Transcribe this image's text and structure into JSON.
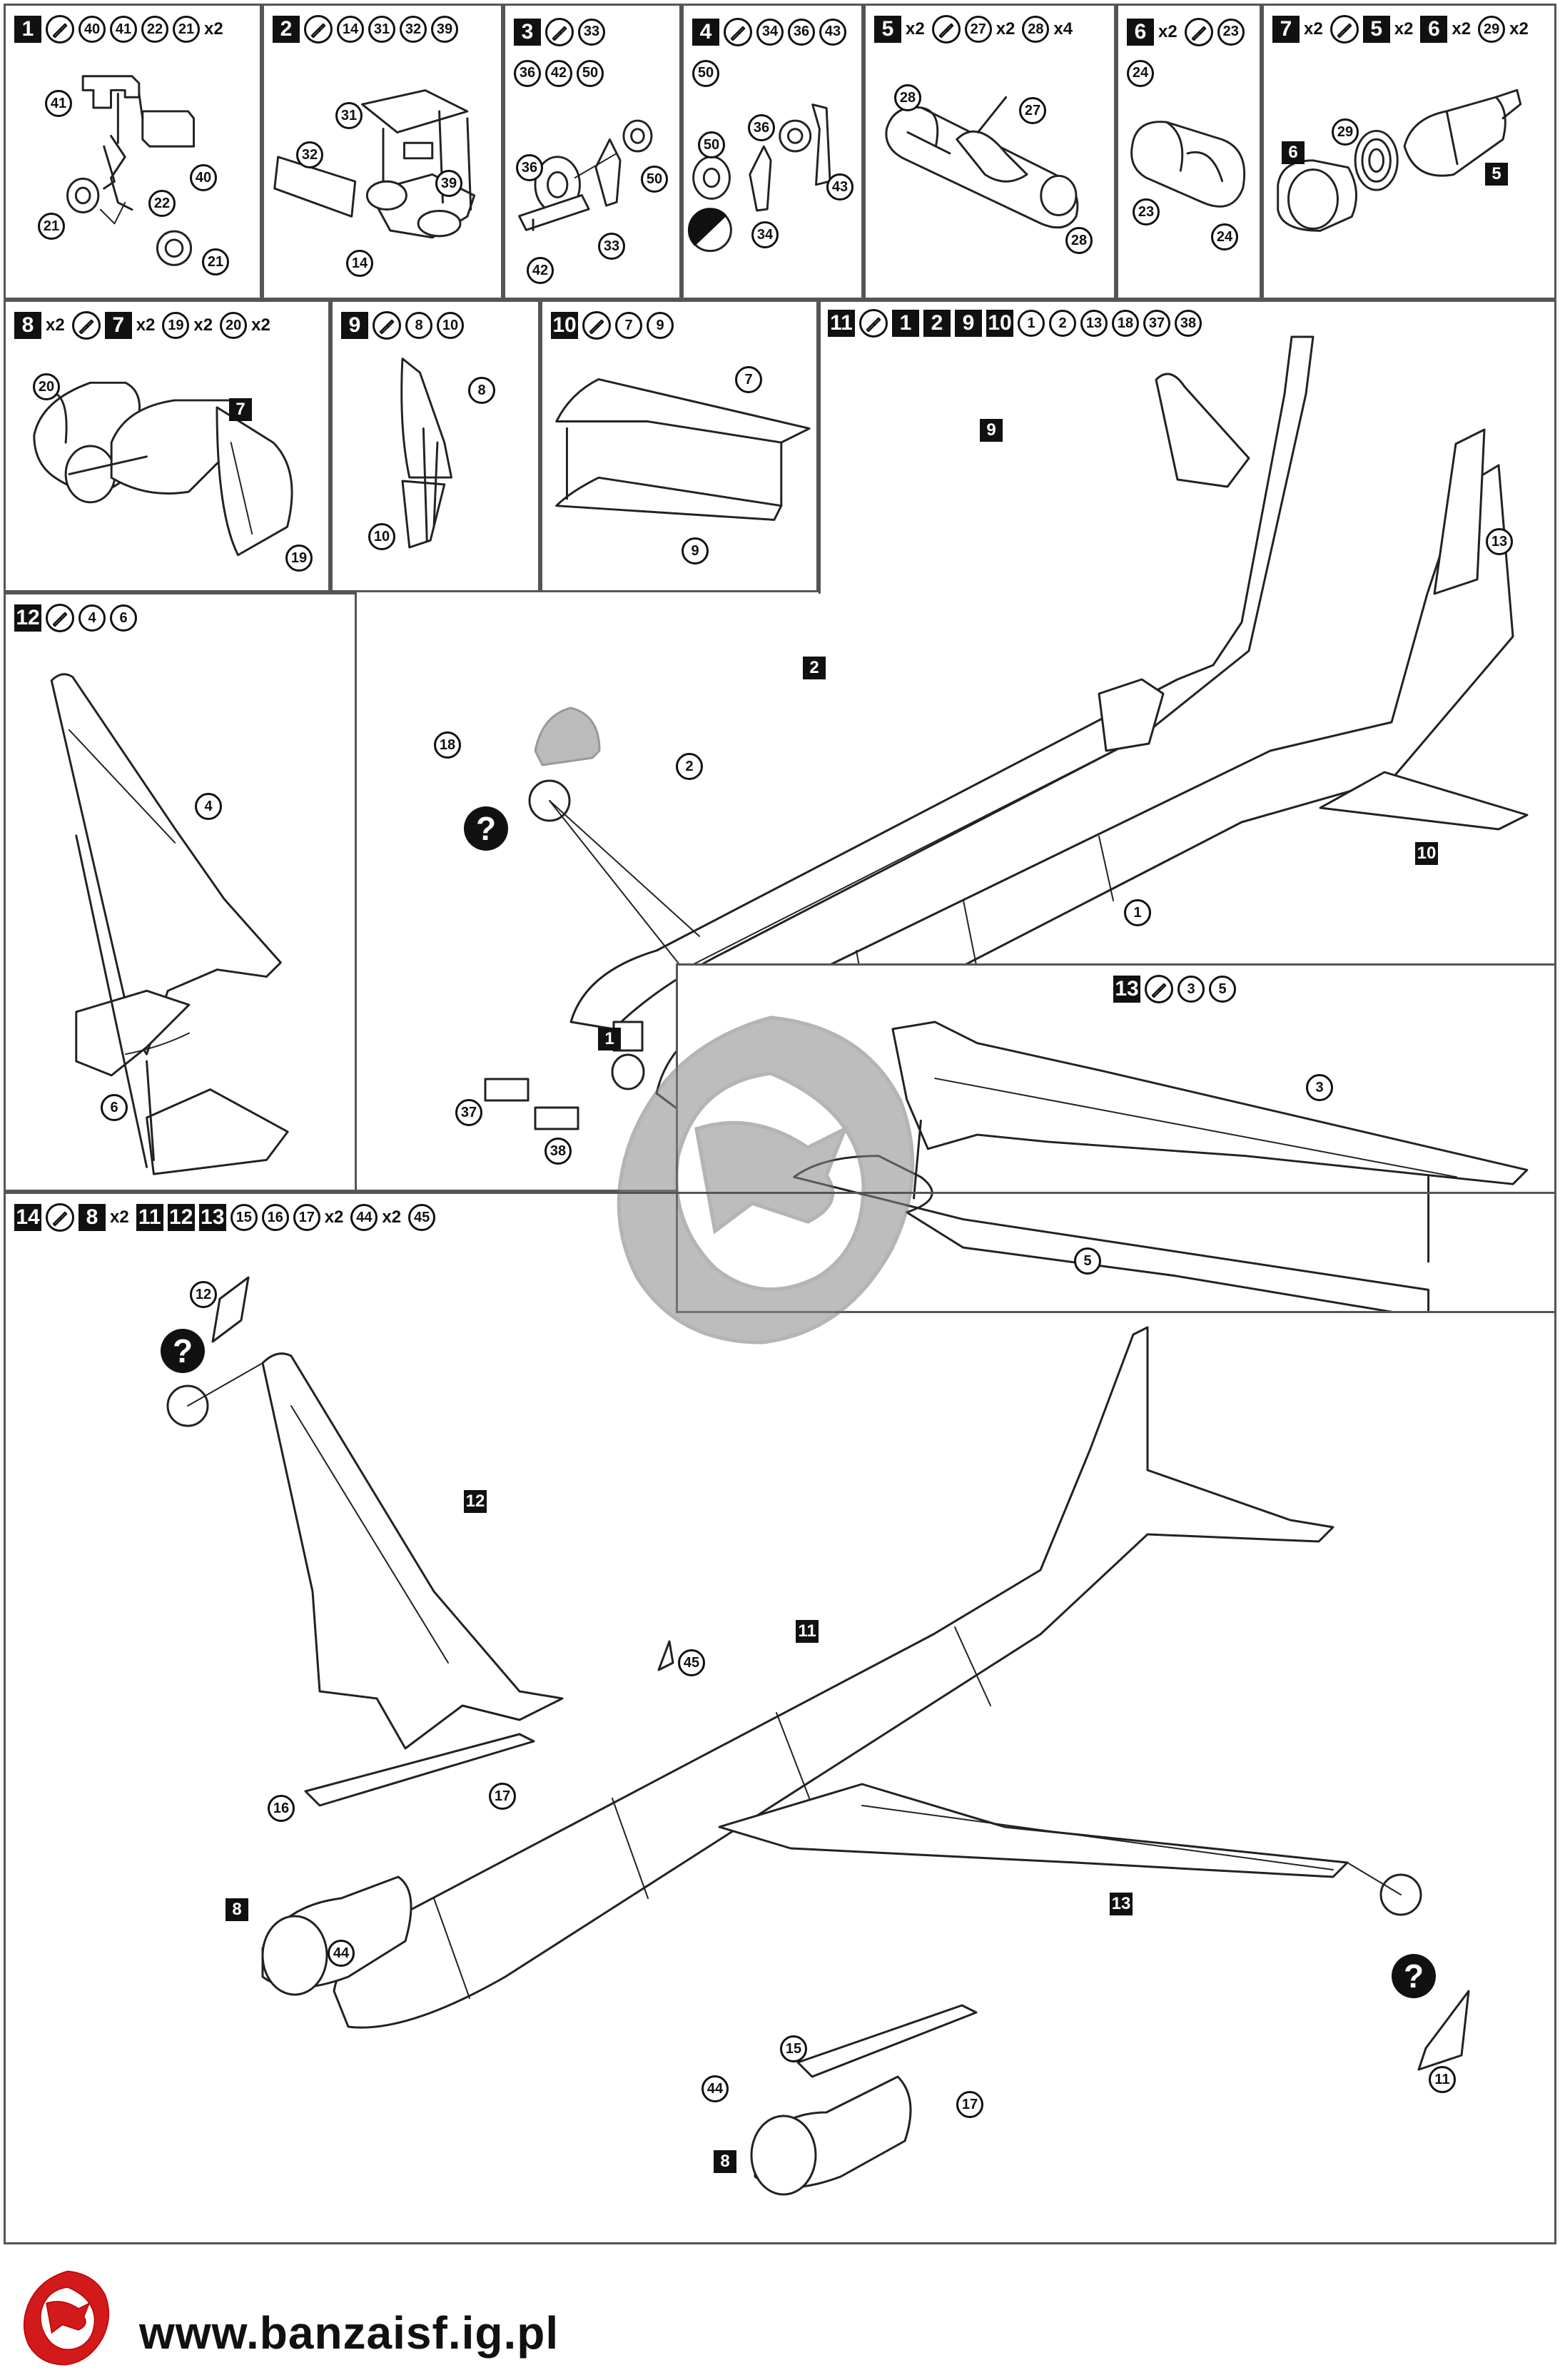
{
  "steps": [
    {
      "num": "1",
      "parts": [
        {
          "t": "40"
        },
        {
          "t": "41"
        },
        {
          "t": "22"
        },
        {
          "t": "21",
          "x": "x2"
        }
      ],
      "callouts": [
        "41",
        "40",
        "22",
        "21",
        "21"
      ]
    },
    {
      "num": "2",
      "parts": [
        {
          "t": "14"
        },
        {
          "t": "31"
        },
        {
          "t": "32"
        },
        {
          "t": "39"
        }
      ],
      "callouts": [
        "31",
        "32",
        "39",
        "14"
      ]
    },
    {
      "num": "3",
      "parts": [
        {
          "t": "33"
        },
        {
          "t": "36"
        },
        {
          "t": "42"
        },
        {
          "t": "50"
        }
      ],
      "callouts": [
        "36",
        "50",
        "42",
        "33"
      ]
    },
    {
      "num": "4",
      "parts": [
        {
          "t": "34"
        },
        {
          "t": "36"
        },
        {
          "t": "43"
        },
        {
          "t": "50"
        }
      ],
      "callouts": [
        "36",
        "50",
        "43",
        "34"
      ]
    },
    {
      "num": "5",
      "mult": "x2",
      "parts": [
        {
          "t": "27",
          "x": "x2"
        },
        {
          "t": "28",
          "x": "x4"
        }
      ],
      "callouts": [
        "28",
        "27",
        "28"
      ]
    },
    {
      "num": "6",
      "mult": "x2",
      "parts": [
        {
          "t": "23"
        },
        {
          "t": "24"
        }
      ],
      "callouts": [
        "23",
        "24"
      ]
    },
    {
      "num": "7",
      "mult": "x2",
      "refs": [
        {
          "sq": "5",
          "x": "x2"
        },
        {
          "sq": "6",
          "x": "x2"
        }
      ],
      "parts": [
        {
          "t": "29",
          "x": "x2"
        }
      ],
      "callouts": [
        "29"
      ],
      "sublabels": [
        "6",
        "5"
      ]
    },
    {
      "num": "8",
      "mult": "x2",
      "refs": [
        {
          "sq": "7",
          "x": "x2"
        }
      ],
      "parts": [
        {
          "t": "19",
          "x": "x2"
        },
        {
          "t": "20",
          "x": "x2"
        }
      ],
      "callouts": [
        "20",
        "19"
      ],
      "sublabels": [
        "7"
      ]
    },
    {
      "num": "9",
      "parts": [
        {
          "t": "8"
        },
        {
          "t": "10"
        }
      ],
      "callouts": [
        "8",
        "10"
      ]
    },
    {
      "num": "10",
      "parts": [
        {
          "t": "7"
        },
        {
          "t": "9"
        }
      ],
      "callouts": [
        "7",
        "9"
      ]
    },
    {
      "num": "11",
      "refs": [
        {
          "sq": "1"
        },
        {
          "sq": "2"
        },
        {
          "sq": "9"
        },
        {
          "sq": "10"
        }
      ],
      "parts": [
        {
          "t": "1"
        },
        {
          "t": "2"
        },
        {
          "t": "13"
        },
        {
          "t": "18"
        },
        {
          "t": "37"
        },
        {
          "t": "38"
        }
      ],
      "callouts": [
        "2",
        "18",
        "1",
        "13",
        "37",
        "38"
      ],
      "sublabels": [
        "9",
        "2",
        "10",
        "1"
      ]
    },
    {
      "num": "12",
      "parts": [
        {
          "t": "4"
        },
        {
          "t": "6"
        }
      ],
      "callouts": [
        "4",
        "6"
      ]
    },
    {
      "num": "13",
      "parts": [
        {
          "t": "3"
        },
        {
          "t": "5"
        }
      ],
      "callouts": [
        "3",
        "5"
      ]
    },
    {
      "num": "14",
      "refs": [
        {
          "sq": "8",
          "x": "x2"
        },
        {
          "sq": "11"
        },
        {
          "sq": "12"
        },
        {
          "sq": "13"
        }
      ],
      "parts": [
        {
          "t": "15"
        },
        {
          "t": "16"
        },
        {
          "t": "17",
          "x": "x2"
        },
        {
          "t": "44",
          "x": "x2"
        },
        {
          "t": "45"
        }
      ],
      "callouts": [
        "12",
        "45",
        "16",
        "17",
        "44",
        "15",
        "44",
        "17",
        "11"
      ],
      "sublabels": [
        "12",
        "11",
        "8",
        "13",
        "8"
      ]
    }
  ],
  "footer": {
    "url": "www.banzaisf.ig.pl"
  },
  "icons": {
    "glue": "glue-tube-icon",
    "question": "question-mark-icon",
    "logo": "dragon-logo-icon",
    "paint": "half-black-circle-icon"
  }
}
